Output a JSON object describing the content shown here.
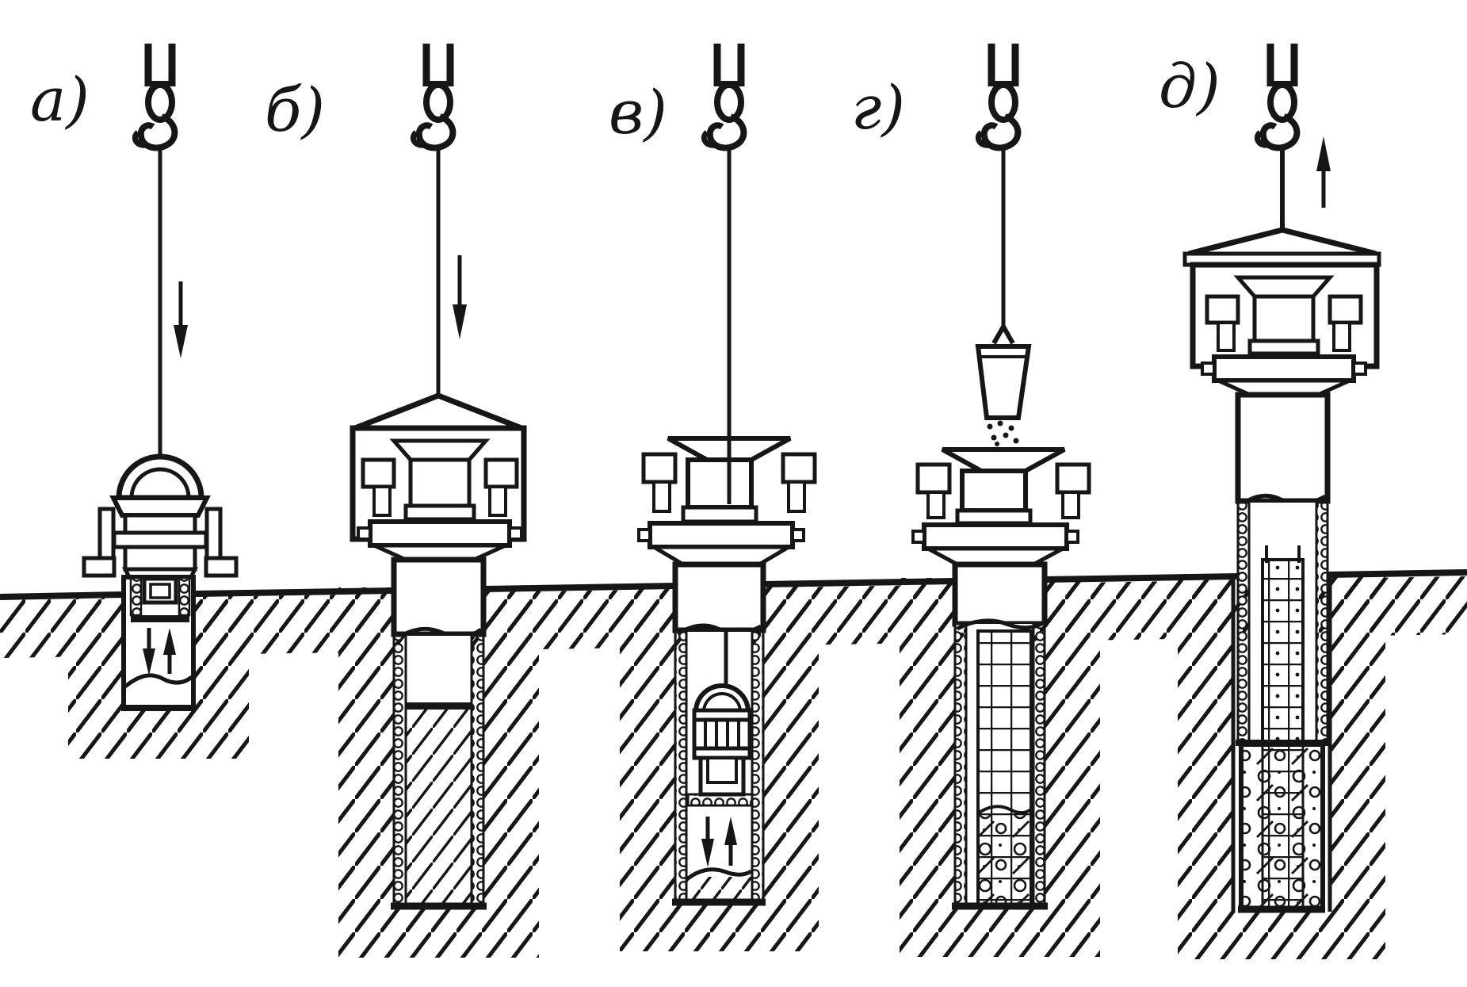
{
  "figure": {
    "title_visible_text": "",
    "panels": [
      {
        "id": "a",
        "label": "а)",
        "icons": [
          "crane-hook-icon",
          "down-arrow-icon",
          "down-up-arrows-icon"
        ],
        "elements": [
          "vibro-driver",
          "casing-tube",
          "pit"
        ]
      },
      {
        "id": "b",
        "label": "б)",
        "icons": [
          "crane-hook-icon",
          "down-arrow-icon"
        ],
        "elements": [
          "sling-frame",
          "vibro-driver",
          "casing-tube",
          "soil-core"
        ]
      },
      {
        "id": "v",
        "label": "в)",
        "icons": [
          "crane-hook-icon",
          "down-up-arrows-icon"
        ],
        "elements": [
          "vibro-driver",
          "casing-tube",
          "grab-bucket"
        ]
      },
      {
        "id": "g",
        "label": "г)",
        "icons": [
          "crane-hook-icon"
        ],
        "elements": [
          "concrete-bucket",
          "vibro-driver",
          "casing-tube",
          "rebar-cage",
          "concrete"
        ]
      },
      {
        "id": "d",
        "label": "д)",
        "icons": [
          "crane-hook-icon",
          "up-arrow-icon"
        ],
        "elements": [
          "sling-frame",
          "vibro-driver",
          "casing-tube",
          "rebar-cage",
          "finished-pile"
        ]
      }
    ]
  },
  "colors": {
    "ink": "#161616",
    "paper": "#ffffff"
  }
}
